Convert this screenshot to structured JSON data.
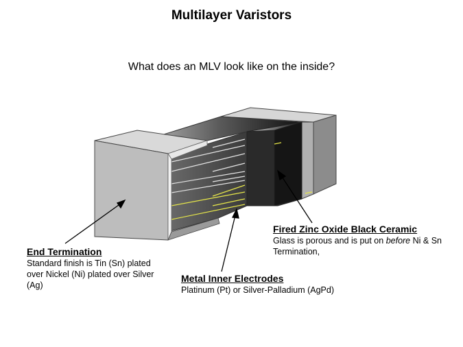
{
  "title": "Multilayer Varistors",
  "subtitle": "What does an MLV look like on the inside?",
  "labels": {
    "end_termination": {
      "heading": "End Termination",
      "body": "Standard finish is Tin (Sn) plated over Nickel (Ni) plated over Silver (Ag)"
    },
    "metal_inner_electrodes": {
      "heading": "Metal Inner Electrodes",
      "body": "Platinum (Pt) or Silver-Palladium (AgPd)"
    },
    "fired_ceramic": {
      "heading": "Fired Zinc Oxide Black Ceramic",
      "body_pre": "Glass is porous and is put on ",
      "body_em": "before",
      "body_post": " Ni & Sn Termination,"
    }
  },
  "colors": {
    "termination": "#bdbdbd",
    "ceramic_dark": "#111111",
    "electrode_white": "#e6e6e6",
    "electrode_yellow": "#e8e84a"
  }
}
